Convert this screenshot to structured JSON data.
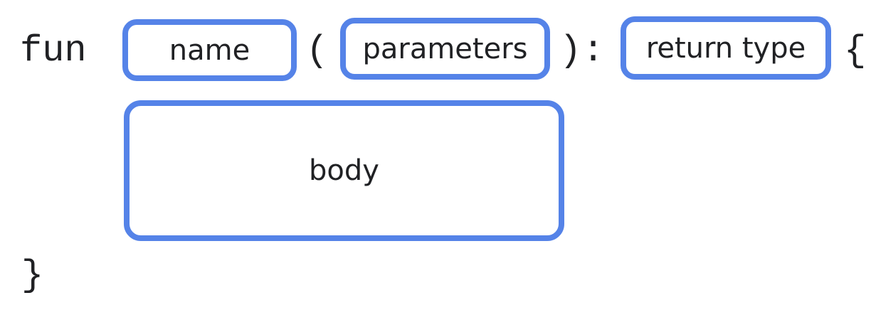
{
  "colors": {
    "border_blue": "#5583E8",
    "text_black": "#202124",
    "background": "#FFFFFF"
  },
  "tokens": {
    "keyword": "fun",
    "open_paren": "(",
    "close_paren": ")",
    "colon": ":",
    "open_brace": "{",
    "close_brace": "}"
  },
  "placeholders": {
    "name": "name",
    "parameters": "parameters",
    "return_type": "return type",
    "body": "body"
  }
}
